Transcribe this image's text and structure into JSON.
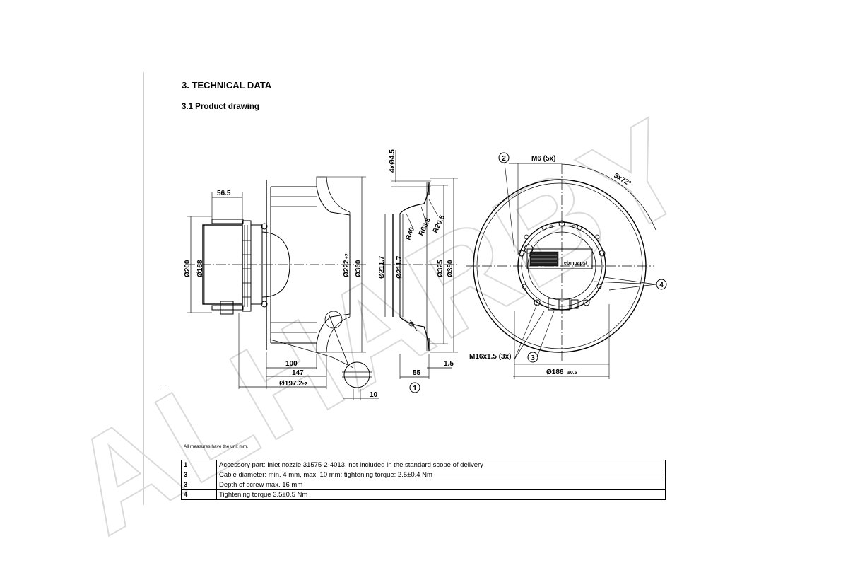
{
  "heading": "3. TECHNICAL DATA",
  "subheading": "3.1 Product drawing",
  "watermark": "ALHARBY",
  "dims": {
    "d56_5": "56.5",
    "d200": "Ø200",
    "d168": "Ø168",
    "d222": "Ø222",
    "d222_tol": "±2",
    "d360": "Ø360",
    "d100": "100",
    "d147": "147",
    "d197": "Ø197.2",
    "d197_tol": "±2",
    "d10": "10",
    "d4x45": "4xØ4.5",
    "d211a": "Ø211.7",
    "d211b": "Ø211.7",
    "r40": "R40",
    "r63": "R63.5",
    "r20": "R20.5",
    "d325": "Ø325",
    "d350": "Ø350",
    "d55": "55",
    "d1_5": "1.5",
    "m6": "M6 (5x)",
    "angle": "5x72°",
    "m16": "M16x1.5 (3x)",
    "d186": "Ø186",
    "d186_tol": "±0.5",
    "brand": "ebmpapst"
  },
  "callouts": {
    "c1": "1",
    "c2": "2",
    "c3": "3",
    "c4": "4"
  },
  "note": "All measures have the unit mm.",
  "notes_table": [
    {
      "num": "1",
      "text": "Accessory part: Inlet nozzle 31575-2-4013, not included in the standard scope of delivery"
    },
    {
      "num": "3",
      "text": "Cable diameter: min. 4 mm, max. 10 mm; tightening torque: 2.5±0.4 Nm"
    },
    {
      "num": "3",
      "text": "Depth of screw max. 16 mm"
    },
    {
      "num": "4",
      "text": "Tightening torque 3.5±0.5 Nm"
    }
  ]
}
